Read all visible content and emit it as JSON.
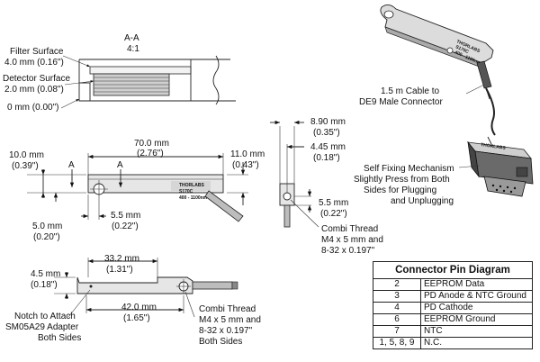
{
  "section": {
    "title": "A-A",
    "scale": "4:1"
  },
  "surfaces": {
    "filter_line1": "Filter Surface",
    "filter_line2": "4.0 mm (0.16\")",
    "detector_line1": "Detector Surface",
    "detector_line2": "2.0 mm (0.08\")",
    "zero": "0 mm (0.00\")"
  },
  "cable": {
    "line1": "1.5 m Cable to",
    "line2": "DE9 Male Connector"
  },
  "mechanism": {
    "line1": "Self Fixing Mechanism",
    "line2": "Slightly Press from Both",
    "line3": "Sides for Plugging",
    "line4": "and Unplugging"
  },
  "front": {
    "length_mm": "70.0 mm",
    "length_in": "(2.76\")",
    "height_mm": "11.0 mm",
    "height_in": "(0.43\")",
    "left_mm": "10.0 mm",
    "left_in": "(0.39\")",
    "low_mm": "5.0 mm",
    "low_in": "(0.20\")",
    "hole_mm": "5.5 mm",
    "hole_in": "(0.22\")",
    "section_marker": "A"
  },
  "end_view": {
    "top_mm": "8.90 mm",
    "top_in": "(0.35\")",
    "mid_mm": "4.45 mm",
    "mid_in": "(0.18\")",
    "low_mm": "5.5 mm",
    "low_in": "(0.22\")",
    "thread_line1": "Combi Thread",
    "thread_line2": "M4 x 5 mm and",
    "thread_line3": "8-32 x 0.197\""
  },
  "bottom_view": {
    "top_mm": "33.2 mm",
    "top_in": "(1.31\")",
    "left_mm": "4.5 mm",
    "left_in": "(0.18\")",
    "len_mm": "42.0 mm",
    "len_in": "(1.65\")",
    "notch_line1": "Notch to Attach",
    "notch_line2": "SM05A29 Adapter",
    "notch_line3": "Both Sides",
    "thread_line1": "Combi Thread",
    "thread_line2": "M4 x 5 mm and",
    "thread_line3": "8-32 x 0.197\"",
    "thread_line4": "Both Sides"
  },
  "label_brand": "THORLABS",
  "label_model": "S170C",
  "label_range": "400 - 1100nm",
  "pin_diagram": {
    "title": "Connector Pin Diagram",
    "rows": [
      {
        "pin": "2",
        "signal": "EEPROM Data"
      },
      {
        "pin": "3",
        "signal": "PD Anode & NTC Ground"
      },
      {
        "pin": "4",
        "signal": "PD Cathode"
      },
      {
        "pin": "6",
        "signal": "EEPROM Ground"
      },
      {
        "pin": "7",
        "signal": "NTC"
      },
      {
        "pin": "1, 5, 8, 9",
        "signal": "N.C."
      }
    ]
  }
}
